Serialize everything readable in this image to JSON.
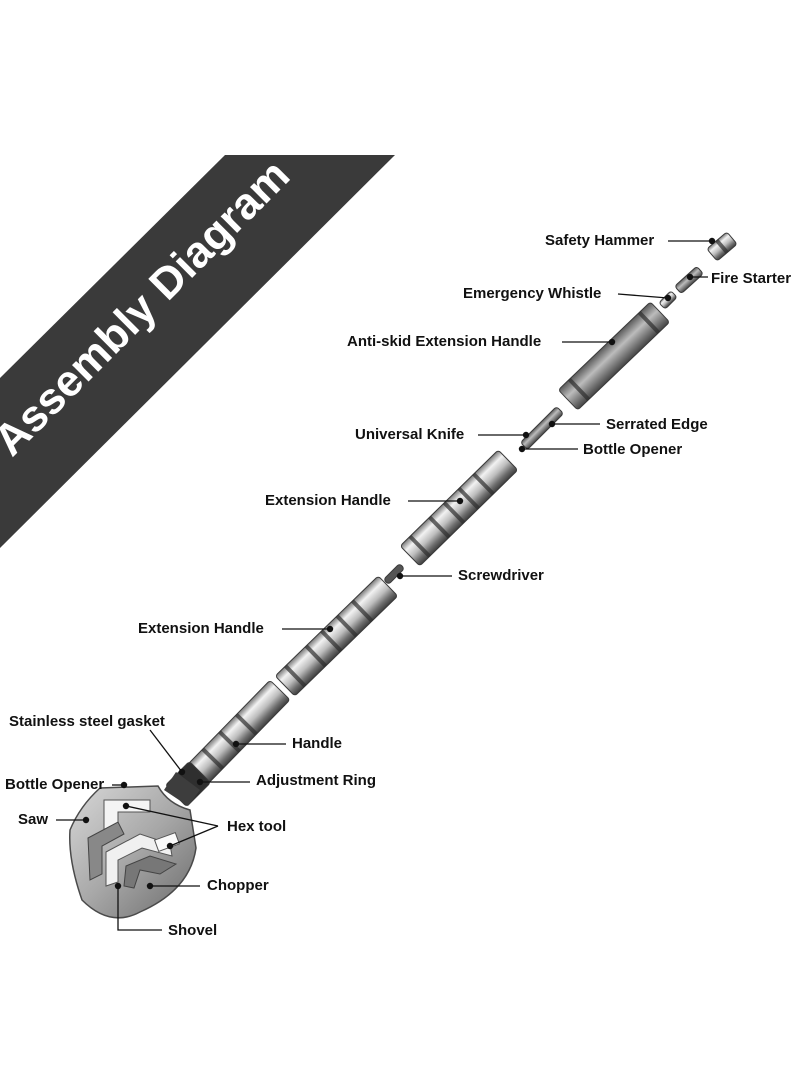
{
  "banner": {
    "text": "Assembly Diagram",
    "background": "#3a3a3a",
    "color": "#ffffff"
  },
  "labels": {
    "safety_hammer": "Safety Hammer",
    "fire_starter": "Fire Starter",
    "emergency_whistle": "Emergency Whistle",
    "anti_skid_handle": "Anti-skid Extension Handle",
    "serrated_edge": "Serrated Edge",
    "universal_knife": "Universal Knife",
    "bottle_opener_top": "Bottle Opener",
    "extension_handle_1": "Extension Handle",
    "screwdriver": "Screwdriver",
    "extension_handle_2": "Extension Handle",
    "stainless_gasket": "Stainless steel gasket",
    "handle": "Handle",
    "bottle_opener_shovel": "Bottle Opener",
    "adjustment_ring": "Adjustment Ring",
    "saw": "Saw",
    "hex_tool": "Hex tool",
    "chopper": "Chopper",
    "shovel": "Shovel"
  },
  "colors": {
    "steel_light": "#e4e4e4",
    "steel_dark": "#5a5a5a",
    "line": "#111111"
  }
}
